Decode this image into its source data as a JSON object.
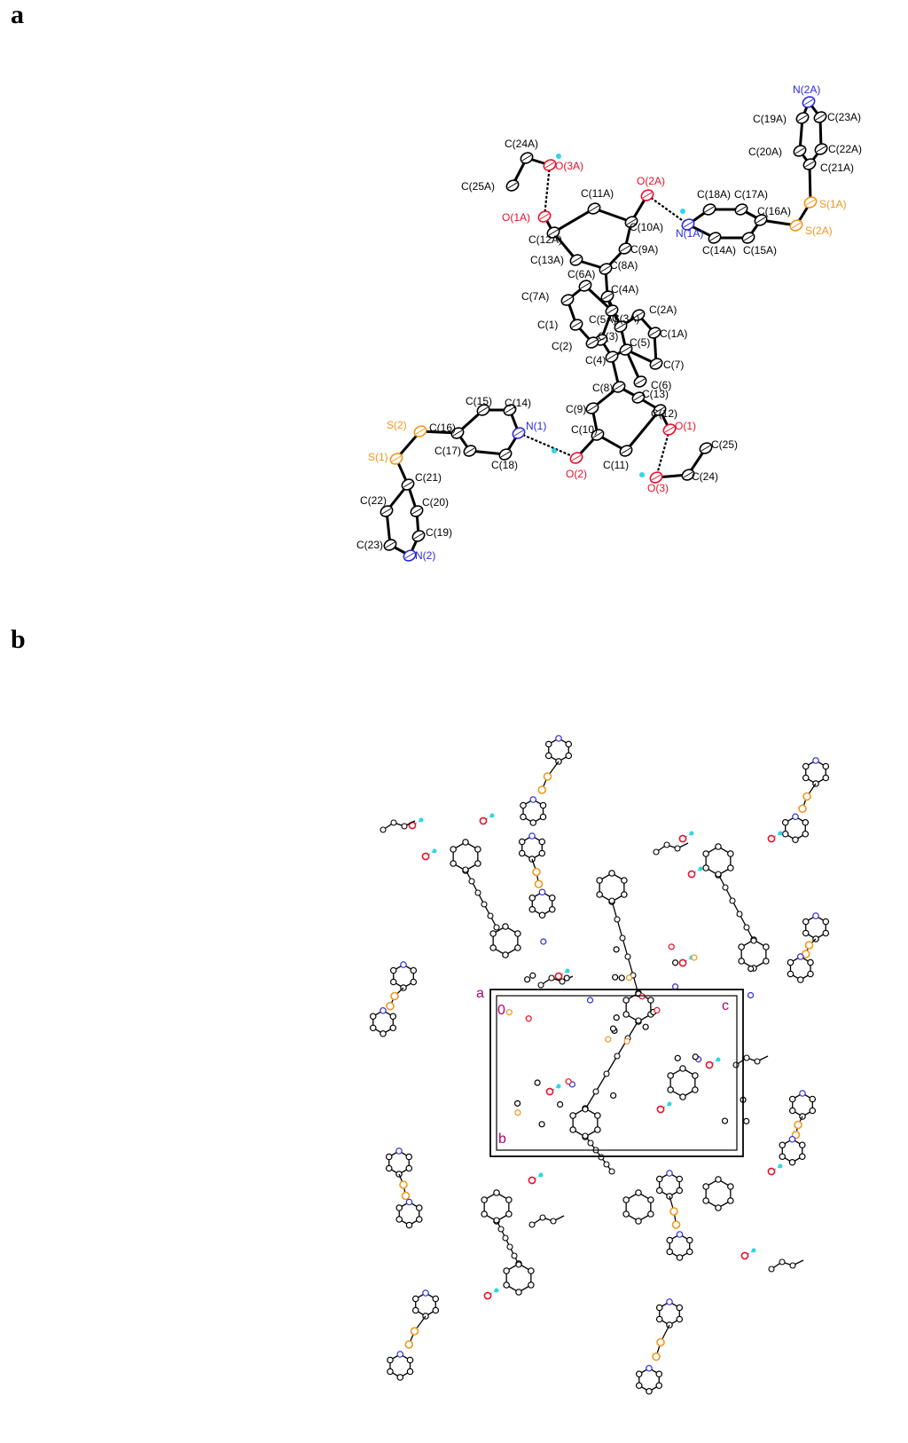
{
  "panels": [
    {
      "letter": "a"
    },
    {
      "letter": "b"
    }
  ],
  "colors": {
    "C": "#000000",
    "O": "#e8102a",
    "N": "#2a2ad8",
    "S": "#f0961e",
    "H": "#33d4e8",
    "axis": "#b0006f"
  },
  "atoms_a": [
    {
      "label": "N(2A)",
      "el": "N"
    },
    {
      "label": "C(19A)",
      "el": "C"
    },
    {
      "label": "C(23A)",
      "el": "C"
    },
    {
      "label": "C(20A)",
      "el": "C"
    },
    {
      "label": "C(22A)",
      "el": "C"
    },
    {
      "label": "C(21A)",
      "el": "C"
    },
    {
      "label": "S(1A)",
      "el": "S"
    },
    {
      "label": "S(2A)",
      "el": "S"
    },
    {
      "label": "C(24A)",
      "el": "C"
    },
    {
      "label": "O(3A)",
      "el": "O"
    },
    {
      "label": "C(25A)",
      "el": "C"
    },
    {
      "label": "O(2A)",
      "el": "O"
    },
    {
      "label": "C(11A)",
      "el": "C"
    },
    {
      "label": "C(10A)",
      "el": "C"
    },
    {
      "label": "O(1A)",
      "el": "O"
    },
    {
      "label": "C(12A)",
      "el": "C"
    },
    {
      "label": "C(18A)",
      "el": "C"
    },
    {
      "label": "C(17A)",
      "el": "C"
    },
    {
      "label": "C(16A)",
      "el": "C"
    },
    {
      "label": "N(1A)",
      "el": "N"
    },
    {
      "label": "C(14A)",
      "el": "C"
    },
    {
      "label": "C(15A)",
      "el": "C"
    },
    {
      "label": "C(9A)",
      "el": "C"
    },
    {
      "label": "C(13A)",
      "el": "C"
    },
    {
      "label": "C(8A)",
      "el": "C"
    },
    {
      "label": "C(6A)",
      "el": "C"
    },
    {
      "label": "C(4A)",
      "el": "C"
    },
    {
      "label": "C(7A)",
      "el": "C"
    },
    {
      "label": "C(5A)",
      "el": "C"
    },
    {
      "label": "C(2A)",
      "el": "C"
    },
    {
      "label": "C(3A)",
      "el": "C"
    },
    {
      "label": "C(1)",
      "el": "C"
    },
    {
      "label": "C(1A)",
      "el": "C"
    },
    {
      "label": "C(3)",
      "el": "C"
    },
    {
      "label": "C(2)",
      "el": "C"
    },
    {
      "label": "C(5)",
      "el": "C"
    },
    {
      "label": "C(4)",
      "el": "C"
    },
    {
      "label": "C(7)",
      "el": "C"
    },
    {
      "label": "C(8)",
      "el": "C"
    },
    {
      "label": "C(6)",
      "el": "C"
    },
    {
      "label": "C(13)",
      "el": "C"
    },
    {
      "label": "C(9)",
      "el": "C"
    },
    {
      "label": "C(12)",
      "el": "C"
    },
    {
      "label": "C(15)",
      "el": "C"
    },
    {
      "label": "C(14)",
      "el": "C"
    },
    {
      "label": "C(10)",
      "el": "C"
    },
    {
      "label": "O(1)",
      "el": "O"
    },
    {
      "label": "S(2)",
      "el": "S"
    },
    {
      "label": "C(16)",
      "el": "C"
    },
    {
      "label": "N(1)",
      "el": "N"
    },
    {
      "label": "C(25)",
      "el": "C"
    },
    {
      "label": "C(17)",
      "el": "C"
    },
    {
      "label": "C(11)",
      "el": "C"
    },
    {
      "label": "S(1)",
      "el": "S"
    },
    {
      "label": "C(18)",
      "el": "C"
    },
    {
      "label": "O(2)",
      "el": "O"
    },
    {
      "label": "O(3)",
      "el": "O"
    },
    {
      "label": "C(24)",
      "el": "C"
    },
    {
      "label": "C(21)",
      "el": "C"
    },
    {
      "label": "C(22)",
      "el": "C"
    },
    {
      "label": "C(20)",
      "el": "C"
    },
    {
      "label": "C(19)",
      "el": "C"
    },
    {
      "label": "C(23)",
      "el": "C"
    },
    {
      "label": "N(2)",
      "el": "N"
    }
  ],
  "axis_labels": [
    "a",
    "0",
    "c",
    "b"
  ]
}
